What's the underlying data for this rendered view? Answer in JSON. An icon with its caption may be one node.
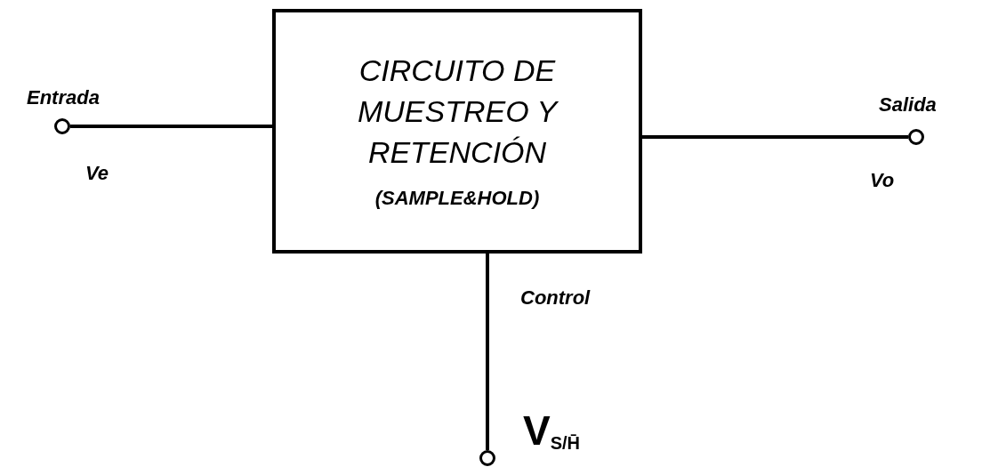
{
  "diagram": {
    "nodes": [
      {
        "text": [
          "CIRCUITO DE MUESTREO Y RETENCIÓN",
          "(SAMPLE&HOLD)"
        ]
      },
      {
        "text": [],
        "shape": "circle",
        "beside": [
          "Entrada",
          "Ve"
        ]
      },
      {
        "text": [],
        "shape": "circle",
        "beside": [
          "Salida",
          "Vo"
        ]
      },
      {
        "text": [],
        "shape": "circle",
        "beside": [
          "V$_{S/H̄}$"
        ]
      }
    ],
    "edges": [
      {
        "from": 1,
        "to": 0,
        "arrow": "none"
      },
      {
        "from": 0,
        "to": 2,
        "arrow": "none"
      },
      {
        "from": 0,
        "to": 3,
        "arrow": "none"
      }
    ],
    "labels": [
      "Control"
    ]
  }
}
